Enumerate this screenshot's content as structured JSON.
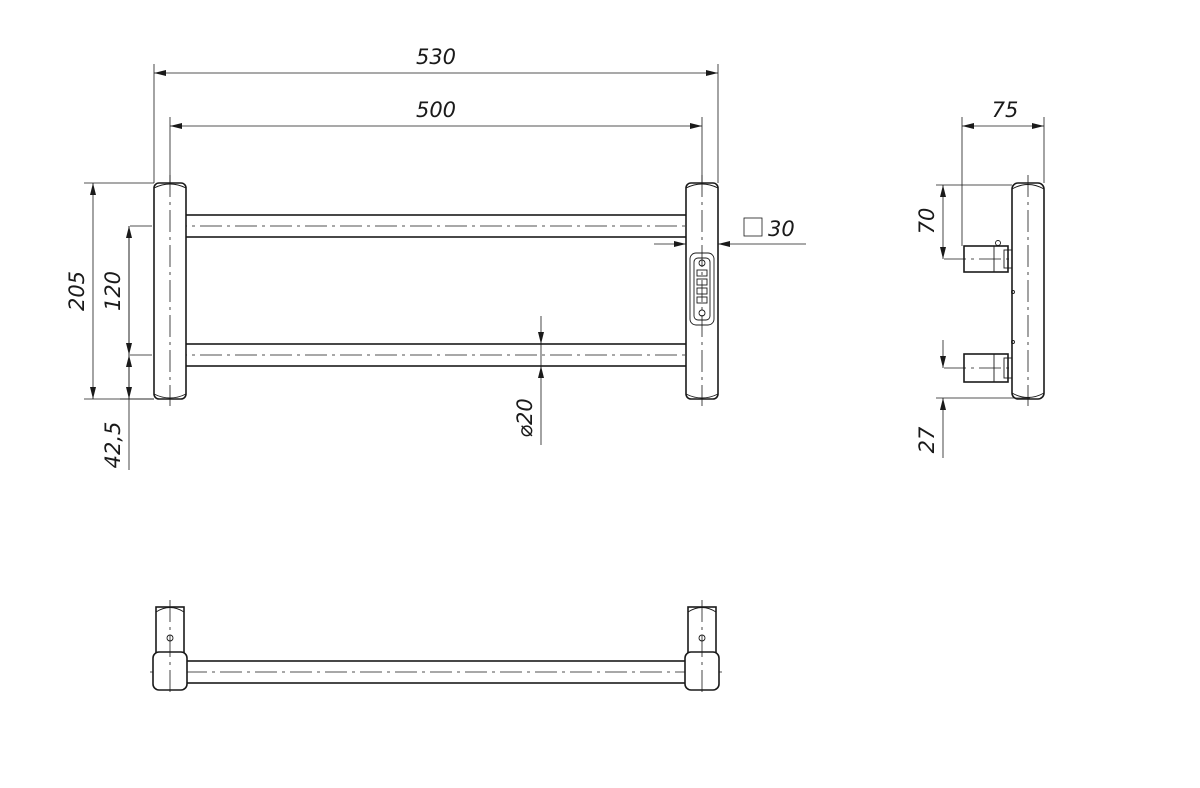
{
  "front_view": {
    "dim_overall_width": "530",
    "dim_bar_length": "500",
    "dim_overall_height": "205",
    "dim_axis_spacing": "120",
    "dim_bottom_offset": "42,5",
    "dim_tube_diameter": "⌀20",
    "dim_post_square": "30"
  },
  "side_view": {
    "dim_depth": "75",
    "dim_top_mount": "70",
    "dim_bottom_mount": "27"
  },
  "colors": {
    "line": "#1a1a1a",
    "background": "#ffffff"
  }
}
